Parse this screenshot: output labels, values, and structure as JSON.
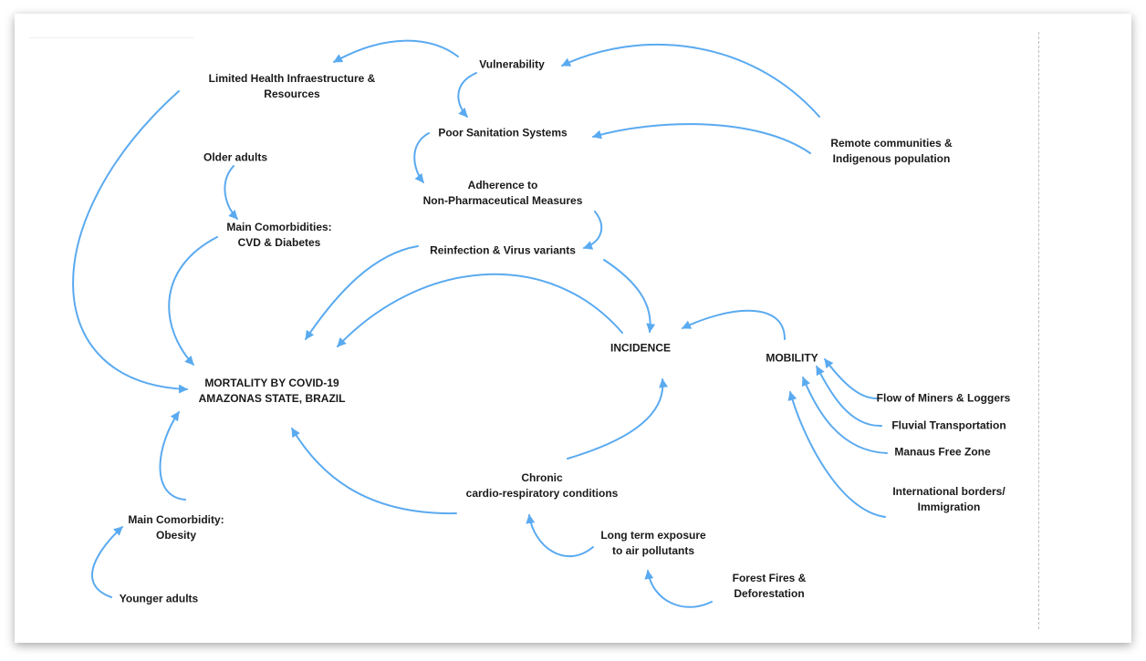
{
  "diagram": {
    "nodes": {
      "limited_health": [
        "Limited Health Infraestructure &",
        "Resources"
      ],
      "vulnerability": [
        "Vulnerability"
      ],
      "poor_sanitation": [
        "Poor Sanitation Systems"
      ],
      "remote_communities": [
        "Remote communities &",
        "Indigenous population"
      ],
      "adherence": [
        "Adherence to",
        "Non-Pharmaceutical Measures"
      ],
      "older_adults": [
        "Older adults"
      ],
      "main_comorbidities": [
        "Main Comorbidities:",
        "CVD & Diabetes"
      ],
      "reinfection": [
        "Reinfection & Virus variants"
      ],
      "incidence": [
        "INCIDENCE"
      ],
      "mobility": [
        "MOBILITY"
      ],
      "mortality": [
        "MORTALITY BY COVID-19",
        "AMAZONAS STATE, BRAZIL"
      ],
      "flow_miners": [
        "Flow of Miners & Loggers"
      ],
      "fluvial": [
        "Fluvial Transportation"
      ],
      "manaus": [
        "Manaus Free Zone"
      ],
      "international": [
        "International borders/",
        "Immigration"
      ],
      "chronic": [
        "Chronic",
        "cardio-respiratory conditions"
      ],
      "obesity": [
        "Main Comorbidity:",
        "Obesity"
      ],
      "long_term": [
        "Long term exposure",
        "to air pollutants"
      ],
      "forest_fires": [
        "Forest Fires &",
        "Deforestation"
      ],
      "younger_adults": [
        "Younger adults"
      ]
    },
    "edge_color": "#5aaaf0",
    "background": "#ffffff"
  }
}
